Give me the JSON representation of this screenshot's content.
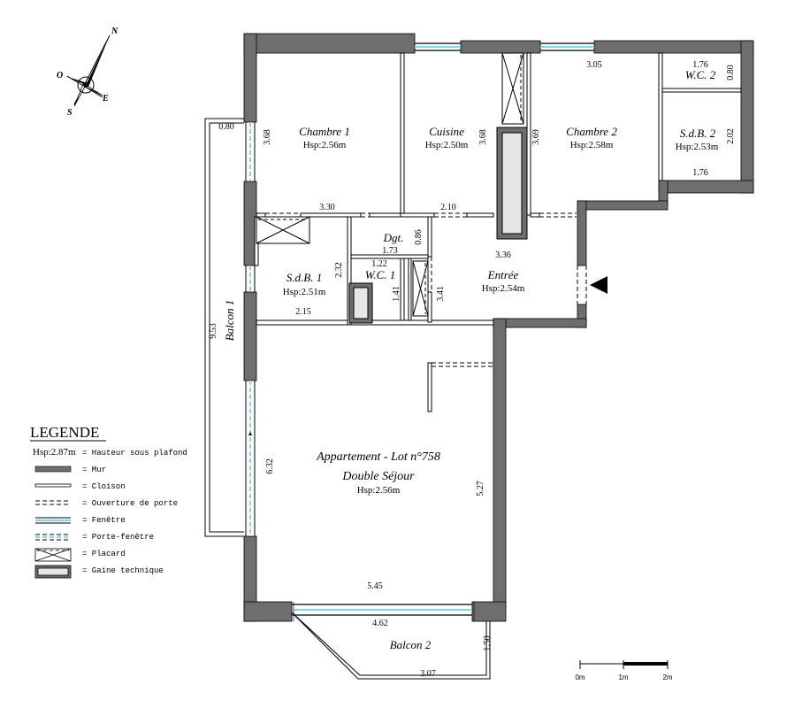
{
  "rooms": {
    "chambre1": {
      "name": "Chambre 1",
      "hsp": "Hsp:2.56m"
    },
    "cuisine": {
      "name": "Cuisine",
      "hsp": "Hsp:2.50m"
    },
    "chambre2": {
      "name": "Chambre 2",
      "hsp": "Hsp:2.58m"
    },
    "wc2": {
      "name": "W.C. 2"
    },
    "sdb2": {
      "name": "S.d.B. 2",
      "hsp": "Hsp:2.53m"
    },
    "dgt": {
      "name": "Dgt."
    },
    "sdb1": {
      "name": "S.d.B. 1",
      "hsp": "Hsp:2.51m"
    },
    "wc1": {
      "name": "W.C. 1"
    },
    "entree": {
      "name": "Entrée",
      "hsp": "Hsp:2.54m"
    },
    "sejour": {
      "lot": "Appartement - Lot n°758",
      "name": "Double Séjour",
      "hsp": "Hsp:2.56m"
    },
    "balcon1": {
      "name": "Balcon 1"
    },
    "balcon2": {
      "name": "Balcon 2"
    }
  },
  "dimensions": {
    "balcon1_top": "0.80",
    "chambre1_height": "3.68",
    "chambre1_width": "3.30",
    "cuisine_height": "3.68",
    "cuisine_width": "2.10",
    "chambre2_height": "3.69",
    "chambre2_width": "3.05",
    "wc2_width": "1.76",
    "wc2_height": "0.80",
    "sdb2_height": "2.02",
    "sdb2_width": "1.76",
    "dgt_height": "0.86",
    "dgt_width": "1.73",
    "sdb1_height": "2.32",
    "sdb1_width": "2.15",
    "wc1_width": "1.22",
    "wc1_height": "1.41",
    "entree_width": "3.36",
    "entree_height": "3.41",
    "balcon1_length": "9.53",
    "sejour_left": "6.32",
    "sejour_right": "5.27",
    "sejour_width": "5.45",
    "balcon2_top": "4.62",
    "balcon2_depth": "1.50",
    "balcon2_bottom": "3.07"
  },
  "legend": {
    "title": "LEGENDE",
    "items": [
      {
        "symbol": "Hsp:2.87m",
        "label": "= Hauteur sous plafond"
      },
      {
        "label": "= Mur"
      },
      {
        "label": "= Cloison"
      },
      {
        "label": "= Ouverture de porte"
      },
      {
        "label": "= Fenêtre"
      },
      {
        "label": "= Porte-fenêtre"
      },
      {
        "label": "= Placard"
      },
      {
        "label": "= Gaine technique"
      }
    ]
  },
  "compass": {
    "n": "N",
    "o": "O",
    "s": "S",
    "e": "E"
  },
  "scale": {
    "labels": [
      "0m",
      "1m",
      "2m"
    ]
  },
  "colors": {
    "wall": "#6e6e6e",
    "window": "#7fd6ee",
    "placard_fill": "#e6e6e6"
  }
}
